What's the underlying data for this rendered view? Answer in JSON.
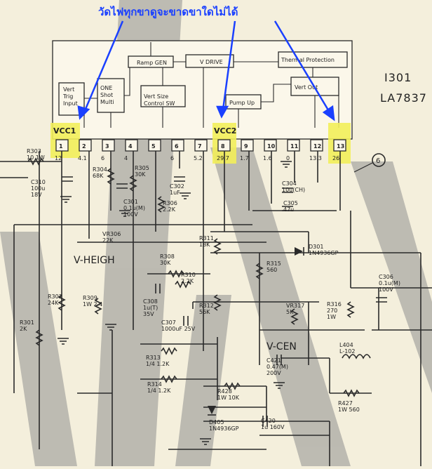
{
  "annotation": "วัดไฟทุกขาดูจะขาดขาใดไม่ได้",
  "ic_ref": "I301",
  "ic_part": "LA7837",
  "blocks": {
    "vert_trig": "Vert\nTrig\nInput",
    "one_shot": "ONE\nShot\nMulti",
    "vert_size": "Vert Size\nControl SW",
    "ramp_gen": "Ramp GEN",
    "v_drive": "V DRIVE",
    "thermal": "Thermal Protection",
    "vert_out": "Vert Out",
    "pump_up": "Pump Up"
  },
  "vcc1": "VCC1",
  "vcc2": "VCC2",
  "pins": [
    "1",
    "2",
    "3",
    "4",
    "5",
    "6",
    "7",
    "8",
    "9",
    "10",
    "11",
    "12",
    "13"
  ],
  "pin_voltages": [
    "12",
    "4.1",
    "6",
    "4",
    "",
    "6",
    "5.2",
    "29.7",
    "1.7",
    "1.6",
    "0",
    "13.3",
    "26"
  ],
  "circle_label": "6",
  "labels": {
    "v_height": "V-HEIGH",
    "v_cen": "V-CEN"
  },
  "components": [
    {
      "ref": "R303",
      "value": "10 1W"
    },
    {
      "ref": "C310",
      "value": "100u\n18V"
    },
    {
      "ref": "R304",
      "value": "68K"
    },
    {
      "ref": "R305",
      "value": "30K"
    },
    {
      "ref": "C301",
      "value": "0.1u(M)\n100V"
    },
    {
      "ref": "C302",
      "value": "1uF"
    },
    {
      "ref": "R306",
      "value": "2.2K"
    },
    {
      "ref": "C304",
      "value": "10u(CH)"
    },
    {
      "ref": "C305",
      "value": "47u"
    },
    {
      "ref": "VR306",
      "value": "22K"
    },
    {
      "ref": "R311",
      "value": "18K"
    },
    {
      "ref": "R308",
      "value": "30K"
    },
    {
      "ref": "R310",
      "value": "2.2K"
    },
    {
      "ref": "C308",
      "value": "1u(T)\n35V"
    },
    {
      "ref": "R312",
      "value": "56K"
    },
    {
      "ref": "C307",
      "value": "1000uF  25V"
    },
    {
      "ref": "R315",
      "value": "560"
    },
    {
      "ref": "D301",
      "value": "1N4936GP"
    },
    {
      "ref": "R302",
      "value": "24K"
    },
    {
      "ref": "R309",
      "value": "1W 2.4"
    },
    {
      "ref": "R301",
      "value": "2K"
    },
    {
      "ref": "VR317",
      "value": "5K"
    },
    {
      "ref": "R316",
      "value": "270\n1W"
    },
    {
      "ref": "C306",
      "value": "0.1u(M)\n100V"
    },
    {
      "ref": "L404",
      "value": "L-102"
    },
    {
      "ref": "R313",
      "value": "1/4  1.2K"
    },
    {
      "ref": "R314",
      "value": "1/4  1.2K"
    },
    {
      "ref": "C421",
      "value": "0.47(M)\n200V"
    },
    {
      "ref": "R428",
      "value": "1W  10K"
    },
    {
      "ref": "R427",
      "value": "1W  560"
    },
    {
      "ref": "D405",
      "value": "1N4936GP"
    },
    {
      "ref": "C420",
      "value": "1u 160V"
    }
  ],
  "colors": {
    "annotation": "#1a40ff",
    "highlight": "#f2ee5a",
    "watermark": "#8f8f8f"
  }
}
